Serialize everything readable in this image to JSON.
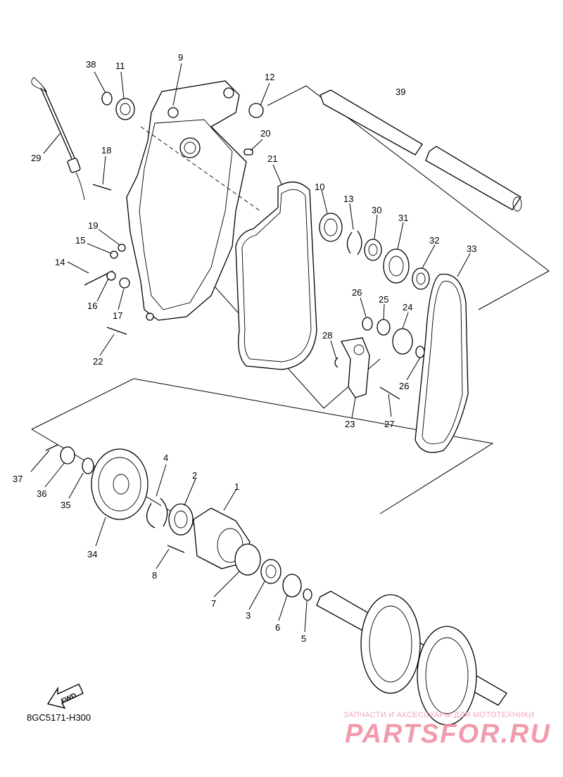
{
  "diagram": {
    "code": "8GC5171-H300",
    "fwd_label": "FWD",
    "watermark": {
      "tagline": "ЗАПЧАСТИ И АКСЕССУАРЫ ДЛЯ МОТОТЕХНИКИ",
      "logo": "PARTSFOR.RU"
    },
    "callouts": [
      {
        "id": "1"
      },
      {
        "id": "2"
      },
      {
        "id": "3"
      },
      {
        "id": "4"
      },
      {
        "id": "5"
      },
      {
        "id": "6"
      },
      {
        "id": "7"
      },
      {
        "id": "8"
      },
      {
        "id": "9"
      },
      {
        "id": "10"
      },
      {
        "id": "11"
      },
      {
        "id": "12"
      },
      {
        "id": "13"
      },
      {
        "id": "14"
      },
      {
        "id": "15"
      },
      {
        "id": "16"
      },
      {
        "id": "17"
      },
      {
        "id": "18"
      },
      {
        "id": "19"
      },
      {
        "id": "20"
      },
      {
        "id": "21"
      },
      {
        "id": "22"
      },
      {
        "id": "23"
      },
      {
        "id": "24"
      },
      {
        "id": "25"
      },
      {
        "id": "26"
      },
      {
        "id": "26"
      },
      {
        "id": "27"
      },
      {
        "id": "28"
      },
      {
        "id": "29"
      },
      {
        "id": "30"
      },
      {
        "id": "31"
      },
      {
        "id": "32"
      },
      {
        "id": "33"
      },
      {
        "id": "34"
      },
      {
        "id": "35"
      },
      {
        "id": "36"
      },
      {
        "id": "37"
      },
      {
        "id": "38"
      },
      {
        "id": "39"
      }
    ]
  }
}
